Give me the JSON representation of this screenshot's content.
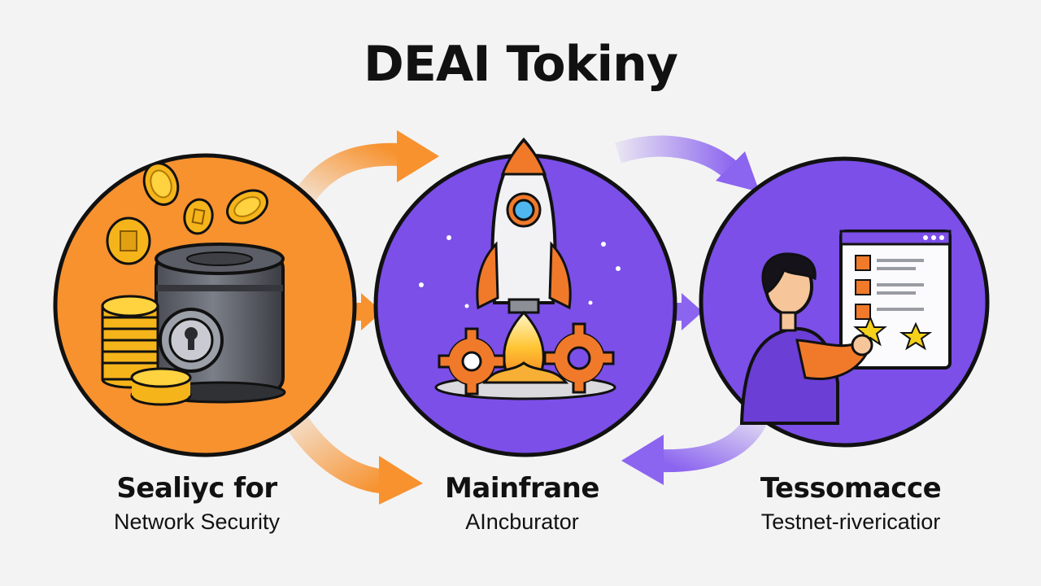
{
  "title": "DEAI Tokiny",
  "colors": {
    "orange": "#f7922f",
    "purple": "#7b4fe8",
    "outline": "#111111",
    "background": "#f3f3f3"
  },
  "stages": [
    {
      "heading": "Sealiyc for",
      "subheading": "Network Security",
      "icon": "coins-and-safe-icon",
      "circle_color": "#f7922f"
    },
    {
      "heading": "Mainfrane",
      "subheading": "AIncburator",
      "icon": "rocket-launch-icon",
      "circle_color": "#7b4fe8"
    },
    {
      "heading": "Tessomacce",
      "subheading": "Testnet-rivericatior",
      "icon": "person-checklist-icon",
      "circle_color": "#7b4fe8"
    }
  ]
}
